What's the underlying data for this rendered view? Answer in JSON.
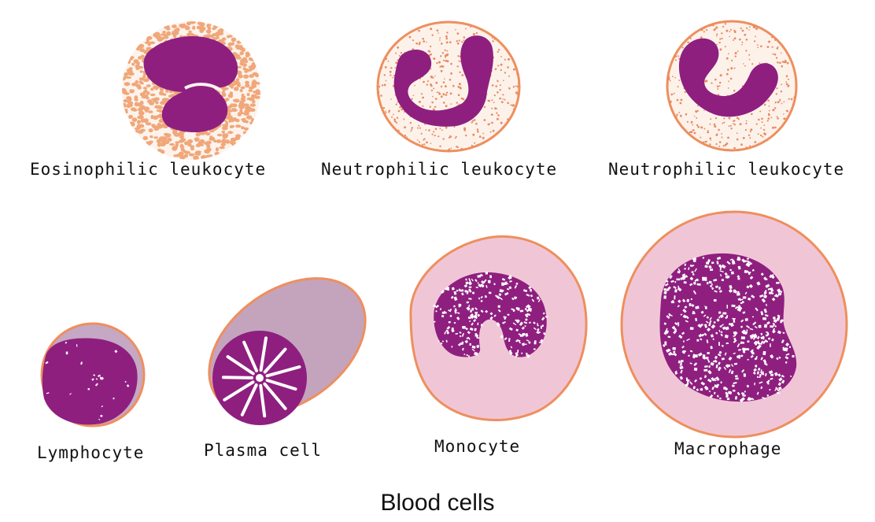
{
  "figure": {
    "caption": "Blood cells",
    "colors": {
      "nucleus": "#8e1f7f",
      "eosin_granule": "#f0a77a",
      "membrane": "#ee8f5e",
      "cytoplasm_pink": "#f0c6d6",
      "cytoplasm_grey": "#c4a4bd",
      "neutrophil_stipple": "#e88a62"
    },
    "cells": [
      {
        "id": "eosinophil",
        "label": "Eosinophilic leukocyte"
      },
      {
        "id": "neutrophil-1",
        "label": "Neutrophilic leukocyte"
      },
      {
        "id": "neutrophil-2",
        "label": "Neutrophilic leukocyte"
      },
      {
        "id": "lymphocyte",
        "label": "Lymphocyte"
      },
      {
        "id": "plasma-cell",
        "label": "Plasma cell"
      },
      {
        "id": "monocyte",
        "label": "Monocyte"
      },
      {
        "id": "macrophage",
        "label": "Macrophage"
      }
    ]
  }
}
